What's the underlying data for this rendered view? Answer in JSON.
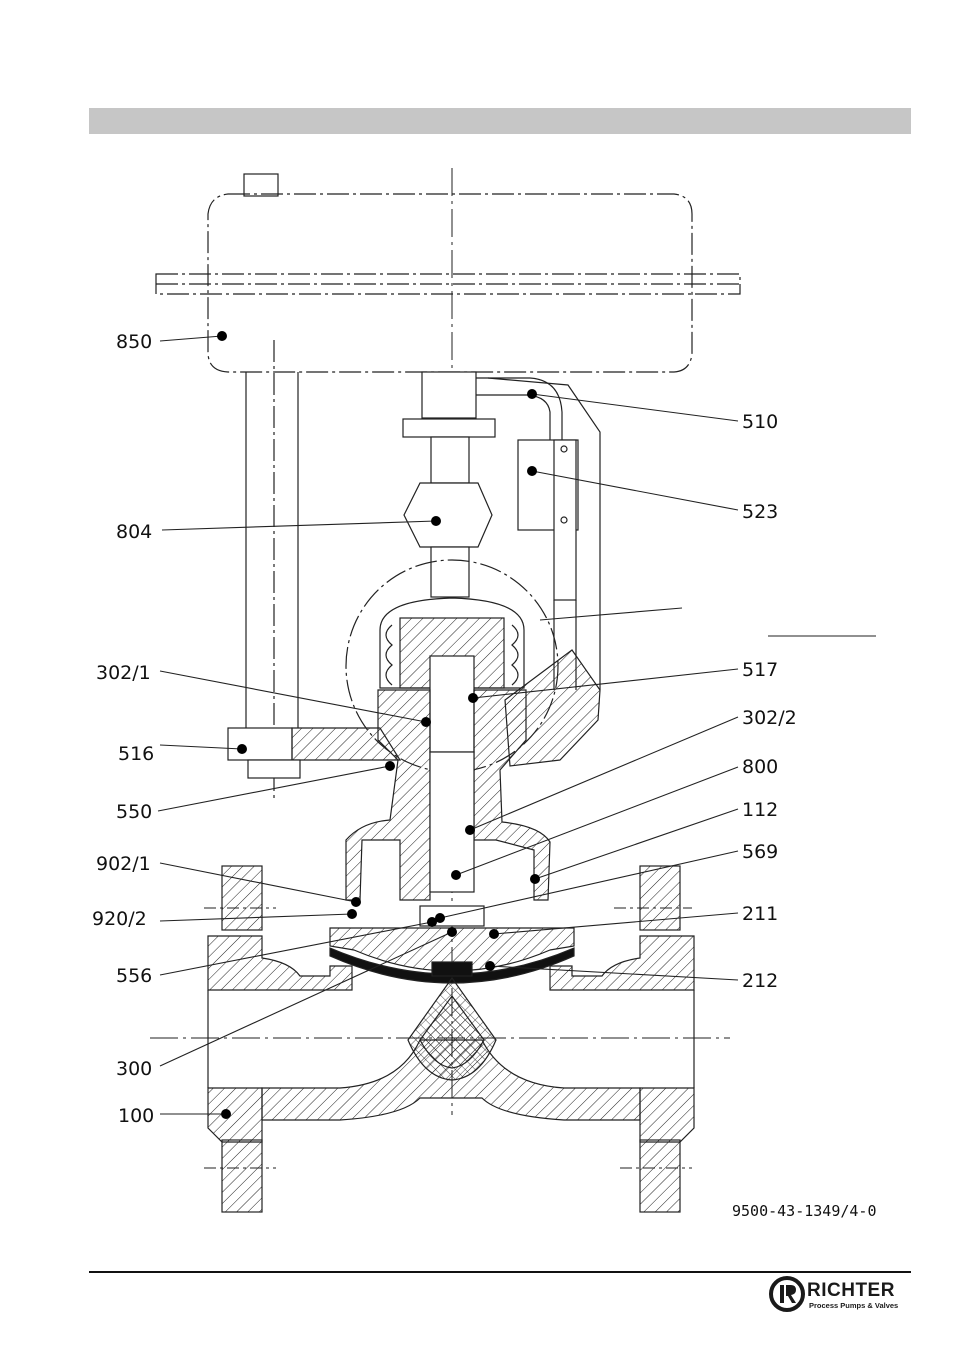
{
  "header": {
    "bar_color": "#c6c6c6"
  },
  "drawing_number": "9500-43-1349/4-0",
  "callouts": [
    {
      "id": "850",
      "label": "850"
    },
    {
      "id": "510",
      "label": "510"
    },
    {
      "id": "523",
      "label": "523"
    },
    {
      "id": "804",
      "label": "804"
    },
    {
      "id": "517",
      "label": "517"
    },
    {
      "id": "302-1",
      "label": "302/1"
    },
    {
      "id": "302-2",
      "label": "302/2"
    },
    {
      "id": "516",
      "label": "516"
    },
    {
      "id": "800",
      "label": "800"
    },
    {
      "id": "550",
      "label": "550"
    },
    {
      "id": "112",
      "label": "112"
    },
    {
      "id": "902-1",
      "label": "902/1"
    },
    {
      "id": "569",
      "label": "569"
    },
    {
      "id": "920-2",
      "label": "920/2"
    },
    {
      "id": "211",
      "label": "211"
    },
    {
      "id": "556",
      "label": "556"
    },
    {
      "id": "212",
      "label": "212"
    },
    {
      "id": "300",
      "label": "300"
    },
    {
      "id": "100",
      "label": "100"
    }
  ],
  "logo": {
    "name": "RICHTER",
    "tagline": "Process Pumps & Valves",
    "icon": "richter-logo-icon"
  }
}
